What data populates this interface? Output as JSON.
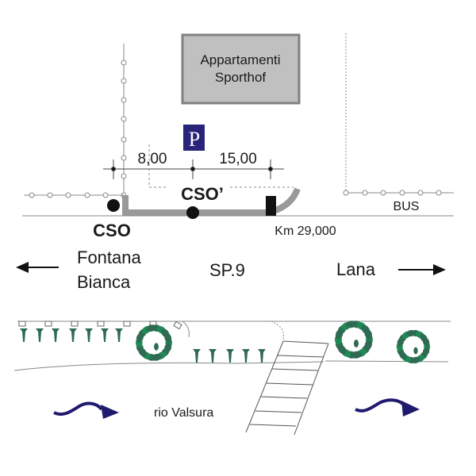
{
  "building": {
    "line1": "Appartamenti",
    "line2": "Sporthof"
  },
  "parking": {
    "symbol": "P",
    "color": "#28247a"
  },
  "dimensions": {
    "left": "8,00",
    "right": "15,00"
  },
  "labels": {
    "cso_prime": "CSO’",
    "cso": "CSO",
    "km": "Km 29,000",
    "bus": "BUS",
    "road": "SP.9",
    "west_line1": "Fontana",
    "west_line2": "Bianca",
    "east": "Lana",
    "river": "rio Valsura"
  },
  "icons": {
    "west_arrow": "arrow-left-icon",
    "east_arrow": "arrow-right-icon",
    "river_flow": "wavy-arrow-right-icon",
    "tree": "tree-icon",
    "lamp": "street-lamp-icon",
    "cso_marker": "cso-point-icon"
  },
  "colors": {
    "tree": "#2e6b52",
    "tree_light": "#1f8a55",
    "river_arrow": "#201a6e",
    "pipe": "#999999",
    "building_fill": "#c0c0c0",
    "building_stroke": "#808080"
  }
}
